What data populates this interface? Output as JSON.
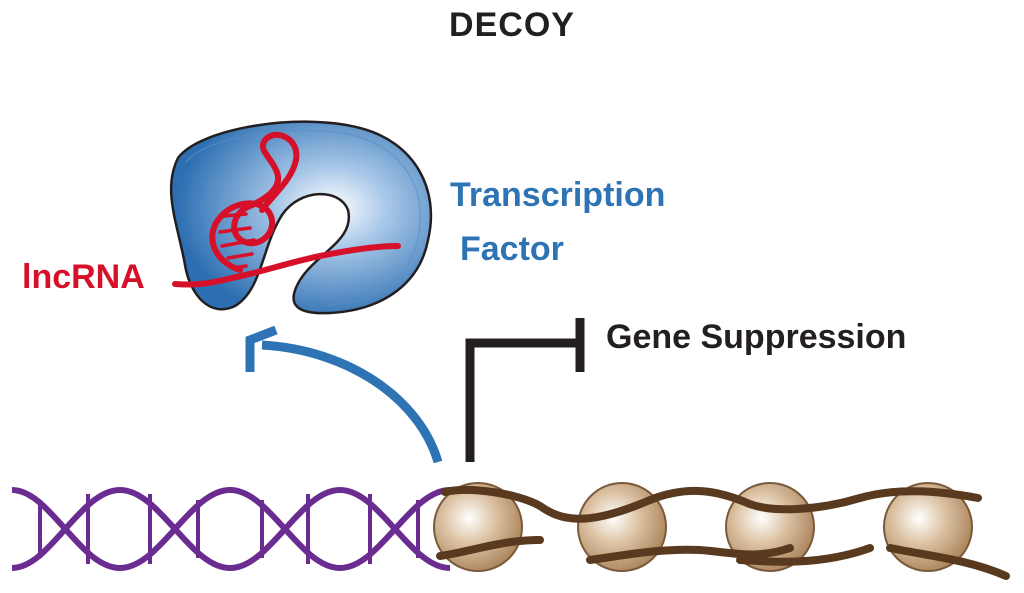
{
  "title": "DECOY",
  "labels": {
    "transcription_factor_line1": "Transcription",
    "transcription_factor_line2": "Factor",
    "lncrna": "lncRNA",
    "gene_suppression": "Gene Suppression"
  },
  "colors": {
    "transcription_factor": "#2e74b5",
    "lncrna": "#d7102a",
    "dna": "#6b2c91",
    "chromatin_fiber": "#5a3a1e",
    "nucleosome": "#c8a47a",
    "suppression_bar": "#231f20",
    "arrow": "#2e74b5"
  },
  "diagram": {
    "nucleosome_count": 4
  }
}
